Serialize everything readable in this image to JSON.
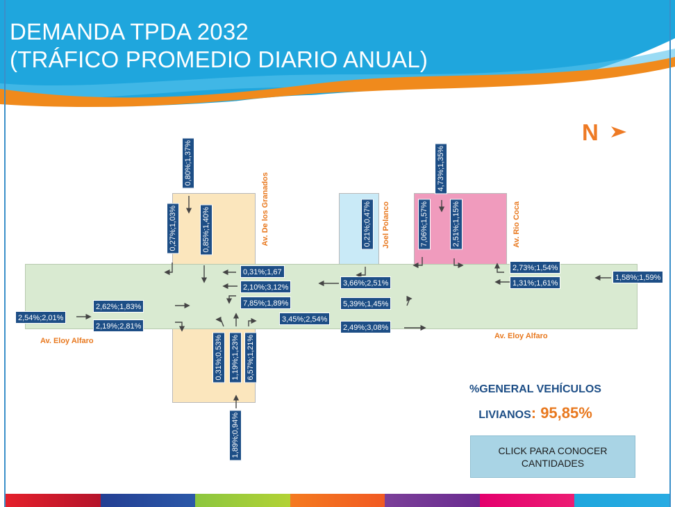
{
  "title": {
    "line1": "DEMANDA TPDA 2032",
    "line2": "(TRÁFICO PROMEDIO DIARIO ANUAL)"
  },
  "north": "N",
  "streets": {
    "granados": "Av. De los Granados",
    "polanco": "Joel Polanco",
    "coca": "Av. Rio Coca",
    "eloy_left": "Av. Eloy Alfaro",
    "eloy_right": "Av. Eloy Alfaro"
  },
  "flows": [
    "0,80%;1,37%",
    "0,27%;1,03%",
    "0,85%;1,40%",
    "0,31%;1,67",
    "2,10%;3,12%",
    "7,85%;1,89%",
    "2,54%;2,01%",
    "2,62%;1,83%",
    "2,19%;2,81%",
    "3,45%;2,54%",
    "0,31%;0,53%",
    "1,19%;1,23%",
    "6,57%;1,21%",
    "1,89%;0,94%",
    "0,21%;0,47%",
    "3,66%;2,51%",
    "5,39%;1,45%",
    "2,49%;3,08%",
    "4,73%;1,35%",
    "7,06%;1,57%",
    "2,51%;1,15%",
    "2,73%;1,54%",
    "1,31%;1,61%",
    "1,58%;1,59%"
  ],
  "summary": {
    "label_line1": "%GENERAL VEHÍCULOS",
    "label_line2": "LIVIANOS",
    "value": ": 95,85%"
  },
  "cta": {
    "line1": "CLICK PARA CONOCER",
    "line2": "CANTIDADES"
  },
  "colors": {
    "road": "#d9ead1",
    "granados_zone": "#fbe6bd",
    "polanco_zone": "#c9eaf7",
    "coca_zone": "#f09bbd",
    "label_bg": "#1d4e86",
    "accent": "#e8781e",
    "header_blue": "#1fa6dd"
  }
}
